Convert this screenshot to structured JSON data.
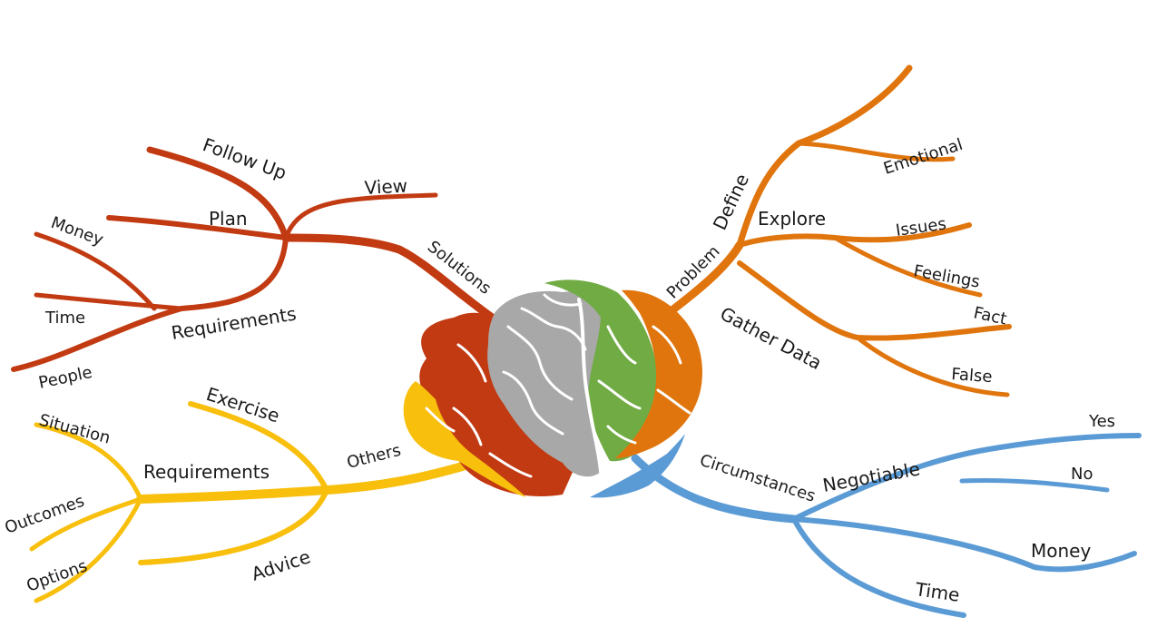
{
  "colors": {
    "red": "#c23a12",
    "orange": "#e0750d",
    "yellow": "#f8bf0d",
    "blue": "#5b9bd5",
    "gray": "#a8a8a8",
    "green": "#71ab44"
  },
  "center": {
    "icon": "brain-icon"
  },
  "branches": {
    "solutions": {
      "label": "Solutions",
      "follow_up": "Follow Up",
      "view": "View",
      "plan": "Plan",
      "requirements": "Requirements",
      "money": "Money",
      "time": "Time",
      "people": "People"
    },
    "others": {
      "label": "Others",
      "exercise": "Exercise",
      "requirements": "Requirements",
      "situation": "Situation",
      "outcomes": "Outcomes",
      "options": "Options",
      "advice": "Advice"
    },
    "problem": {
      "label": "Problem",
      "define": "Define",
      "emotional": "Emotional",
      "explore": "Explore",
      "issues": "Issues",
      "feelings": "Feelings",
      "gather_data": "Gather Data",
      "fact": "Fact",
      "false": "False"
    },
    "circumstances": {
      "label": "Circumstances",
      "negotiable": "Negotiable",
      "yes": "Yes",
      "no": "No",
      "money": "Money",
      "time": "Time"
    }
  }
}
